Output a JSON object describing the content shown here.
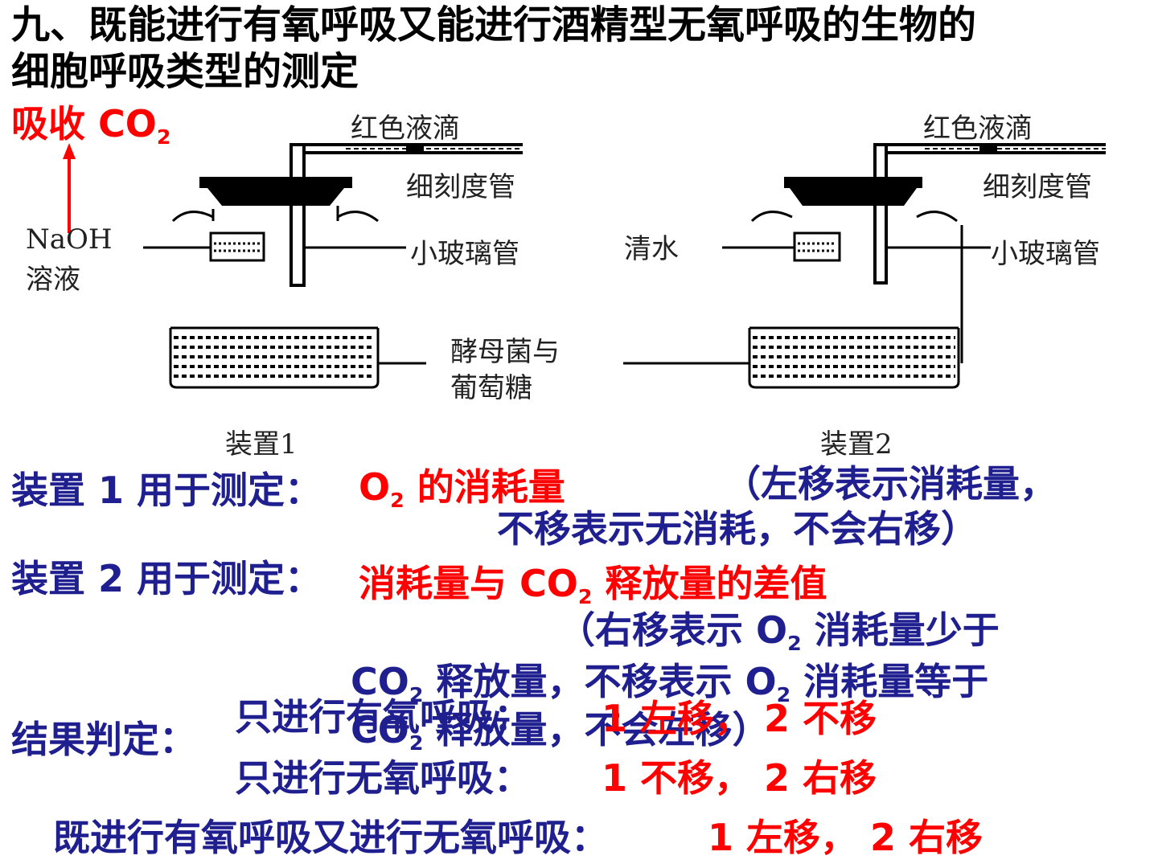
{
  "title": {
    "line1": "九、既能进行有氧呼吸又能进行酒精型无氧呼吸的生物的",
    "line2": "细胞呼吸类型的测定"
  },
  "annotation": {
    "absorb_prefix": "吸收 CO",
    "absorb_sub": "2"
  },
  "diagram": {
    "red_drop": "红色液滴",
    "scale_tube": "细刻度管",
    "naoh_1": "NaOH",
    "naoh_2": "溶液",
    "small_glass_tube": "小玻璃管",
    "clear_water": "清水",
    "yeast_1": "酵母菌与",
    "yeast_2": "葡萄糖",
    "device1": "装置1",
    "device2": "装置2"
  },
  "device1": {
    "label": "装置 1 用于测定：",
    "result_prefix": "O",
    "result_sub": "2",
    "result_suffix": " 的消耗量",
    "note_line1": "（左移表示消耗量，",
    "note_line2": "不移表示无消耗，不会右移）"
  },
  "device2": {
    "label": "装置 2 用于测定：",
    "result_prefix": "消耗量与 CO",
    "result_sub": "2",
    "result_suffix": " 释放量的差值",
    "note_line1_prefix": "（右移表示 O",
    "note_line1_sub": "2",
    "note_line1_suffix": " 消耗量少于",
    "note_line2_a": "CO",
    "note_line2_sub1": "2",
    "note_line2_b": " 释放量，不移表示 O",
    "note_line2_sub2": "2",
    "note_line2_c": " 消耗量等于",
    "note_line3_a": "CO",
    "note_line3_sub": "2",
    "note_line3_b": " 释放量，不会左移）"
  },
  "results": {
    "label": "结果判定：",
    "row1_label": "只进行有氧呼吸：",
    "row1_value": "1 左移， 2 不移",
    "row2_label": "只进行无氧呼吸：",
    "row2_value": "1 不移， 2 右移",
    "row3_label": "既进行有氧呼吸又进行无氧呼吸：",
    "row3_value": "1 左移， 2 右移"
  },
  "colors": {
    "title": "#000000",
    "highlight": "#ff0000",
    "body": "#1f1f8f"
  }
}
